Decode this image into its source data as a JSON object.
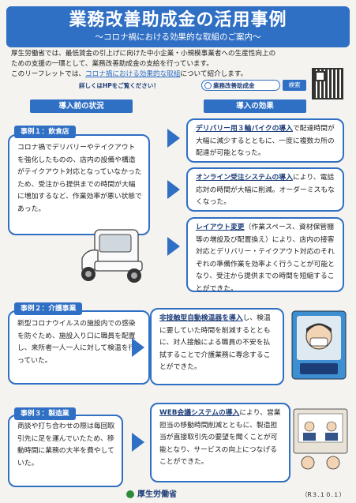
{
  "header": {
    "title": "業務改善助成金の活用事例",
    "subtitle": "～コロナ禍における効果的な取組のご案内～"
  },
  "intro": {
    "line1": "厚生労働省では、最低賃金の引上げに向けた中小企業・小規模事業者への生産性向上の",
    "line2": "ための支援の一環として、業務改善助成金の支給を行っています。",
    "line3_pre": "このリーフレットでは、",
    "line3_hl": "コロナ禍における効果的な取組",
    "line3_post": "について紹介します。"
  },
  "details": {
    "text": "詳しくはHPをご覧ください！",
    "search_term": "業務改善助成金",
    "search_button": "検索"
  },
  "columns": {
    "before": "導入前の状況",
    "after": "導入の効果"
  },
  "cases": [
    {
      "tag": "事例１：飲食店",
      "text": "コロナ禍でデリバリーやテイクアウトを強化したものの、店内の設備や構造がテイクアウト対応となっていなかったため、受注から提供までの時間が大幅に増加するなど、作業効率が悪い状態であった。"
    },
    {
      "tag": "事例２：介護事業",
      "text": "新型コロナウイルスの施設内での感染を防ぐため、施設入り口に職員を配置し、来所者一人一人に対して検温を行っていた。"
    },
    {
      "tag": "事例３：製造業",
      "text": "商談や打ち合わせの際は毎回取引先に足を運んでいたため、移動時間に業務の大半を費やしていた。"
    }
  ],
  "effects": [
    {
      "lead": "デリバリー用３輪バイクの導入",
      "text": "で配達時間が大幅に減少するとともに、一度に複数カ所の配達が可能となった。"
    },
    {
      "lead": "オンライン受注システムの導入",
      "text": "により、電話応対の時間が大幅に削減。オーダーミスもなくなった。"
    },
    {
      "lead": "レイアウト変更",
      "text": "（作業スペース、資材保管棚等の増設及び配置換え）により、店内の接客対応とデリバリー・テイクアウト対応のそれぞれの準備作業を効率よく行うことが可能となり、受注から提供までの時間を短縮することができた。"
    },
    {
      "lead": "非接触型自動検温器を導入",
      "text": "し、検温に要していた時間を削減するとともに、対人接触による職員の不安を払拭することで介護業務に専念することができた。"
    },
    {
      "lead": "WEB会議システムの導入",
      "text": "により、営業担当の移動時間削減とともに、製造担当が直接取引先の要望を聞くことが可能となり、サービスの向上につなげることができた。"
    }
  ],
  "footer": {
    "logo": "厚生労働省",
    "edition": "（R３.１０.１）"
  },
  "colors": {
    "primary": "#2f6fc4",
    "dark": "#1d3d78",
    "background": "#f4f3ef"
  }
}
